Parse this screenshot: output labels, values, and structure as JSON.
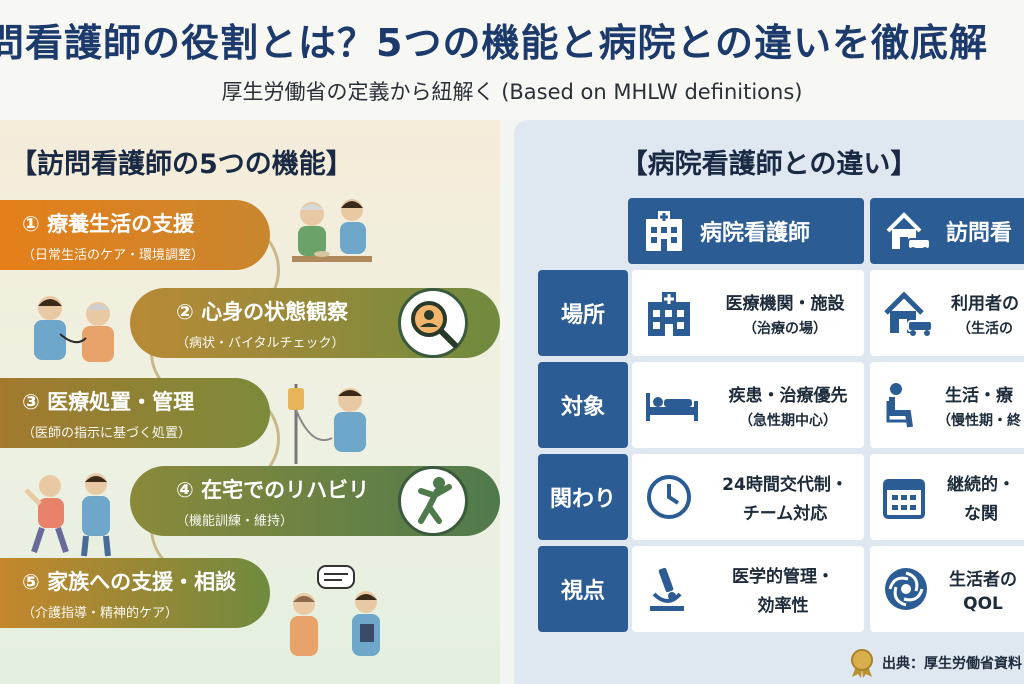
{
  "header": {
    "title": "問看護師の役割とは？5つの機能と病院との違いを徹底解",
    "subtitle": "厚生労働省の定義から紐解く (Based on MHLW definitions)"
  },
  "left": {
    "heading": "【訪問看護師の5つの機能】",
    "functions": [
      {
        "title": "① 療養生活の支援",
        "sub": "（日常生活のケア・環境調整）"
      },
      {
        "title": "② 心身の状態観察",
        "sub": "（病状・バイタルチェック）"
      },
      {
        "title": "③ 医療処置・管理",
        "sub": "（医師の指示に基づく処置）"
      },
      {
        "title": "④ 在宅でのリハビリ",
        "sub": "（機能訓練・維持）"
      },
      {
        "title": "⑤ 家族への支援・相談",
        "sub": "（介護指導・精神的ケア）"
      }
    ]
  },
  "right": {
    "heading": "【病院看護師との違い】",
    "columns": [
      "病院看護師",
      "訪問看"
    ],
    "rows": [
      {
        "label": "場所",
        "hospital": [
          "医療機関・施設",
          "（治療の場）"
        ],
        "home": [
          "利用者の",
          "（生活の"
        ]
      },
      {
        "label": "対象",
        "hospital": [
          "疾患・治療優先",
          "（急性期中心）"
        ],
        "home": [
          "生活・療",
          "（慢性期・終"
        ]
      },
      {
        "label": "関わり",
        "hospital": [
          "24時間交代制・",
          "チーム対応"
        ],
        "home": [
          "継続的・",
          "な関"
        ]
      },
      {
        "label": "視点",
        "hospital": [
          "医学的管理・",
          "効率性"
        ],
        "home": [
          "生活者の",
          "QOL"
        ]
      }
    ]
  },
  "footer": {
    "source": "出典：厚生労働省資料"
  },
  "colors": {
    "navy": "#2c5c94",
    "orange": "#d9821e",
    "olive": "#8a8a3a",
    "green": "#4f7a4c"
  }
}
